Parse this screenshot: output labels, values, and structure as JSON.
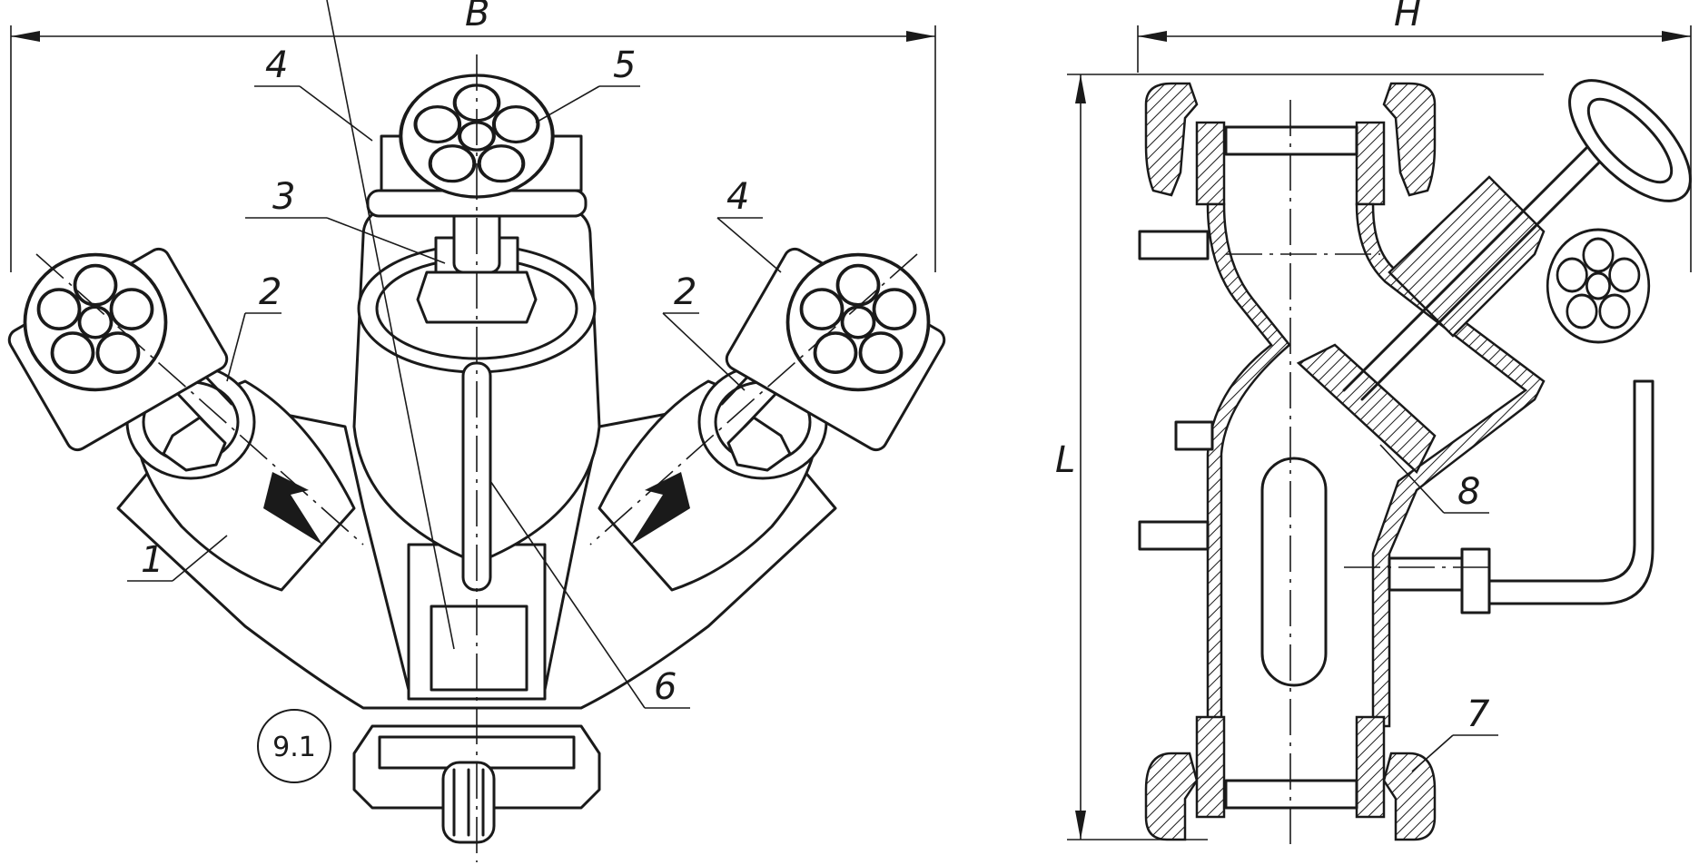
{
  "dimensions": {
    "width": "B",
    "height": "H",
    "length": "L"
  },
  "callouts": {
    "c1": "1",
    "c2a": "2",
    "c2b": "2",
    "c3": "3",
    "c4a": "4",
    "c4b": "4",
    "c5": "5",
    "c6": "6",
    "c7": "7",
    "c8": "8"
  },
  "reference_mark": "9.1"
}
